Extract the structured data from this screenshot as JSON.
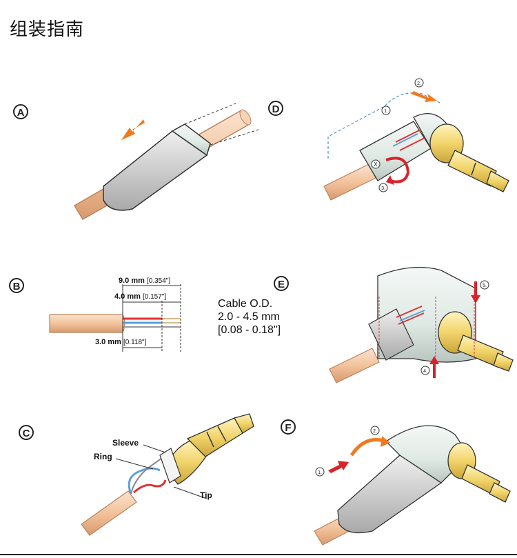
{
  "page": {
    "title": "组装指南"
  },
  "steps": {
    "A": {
      "letter": "A"
    },
    "B": {
      "letter": "B",
      "dim_outer": {
        "value": "9.0 mm",
        "inch": "[0.354\"]"
      },
      "dim_mid": {
        "value": "4.0 mm",
        "inch": "[0.157\"]"
      },
      "dim_inner": {
        "value": "3.0 mm",
        "inch": "[0.118\"]"
      },
      "cable_od": {
        "line1": "Cable O.D.",
        "line2": "2.0 - 4.5 mm",
        "line3": "[0.08 - 0.18\"]"
      }
    },
    "C": {
      "letter": "C",
      "labels": {
        "sleeve": "Sleeve",
        "ring": "Ring",
        "tip": "Tip"
      }
    },
    "D": {
      "letter": "D",
      "callouts": {
        "one": "1.",
        "two": "2.",
        "three": "3.",
        "x": "X"
      }
    },
    "E": {
      "letter": "E",
      "callouts": {
        "four": "4.",
        "five": "5."
      }
    },
    "F": {
      "letter": "F",
      "callouts": {
        "one": "1.",
        "two": "2."
      }
    }
  },
  "colors": {
    "cable": "#f2c9a6",
    "cable_edge": "#c98d63",
    "arrow": "#f07a1c",
    "red_arrow": "#d8232a",
    "gold": "#f3da78",
    "body": "#e4efe9",
    "outline": "#222222"
  }
}
